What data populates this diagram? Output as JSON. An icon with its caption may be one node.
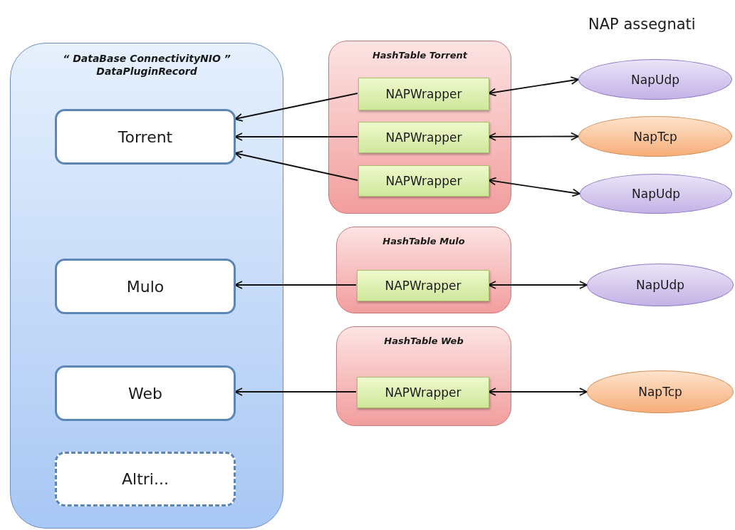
{
  "diagram": {
    "nodes": [
      {
        "text": [
          "“ DataBase ConnectivityNIO ”",
          "DataPluginRecord"
        ]
      },
      {
        "text": [
          "Torrent"
        ],
        "in": 0
      },
      {
        "text": [
          "Mulo"
        ],
        "in": 0
      },
      {
        "text": [
          "Web"
        ],
        "in": 0
      },
      {
        "text": [
          "Altri..."
        ],
        "in": 0
      },
      {
        "text": [
          "HashTable Torrent"
        ]
      },
      {
        "text": [
          "NAPWrapper"
        ],
        "in": 5
      },
      {
        "text": [
          "NAPWrapper"
        ],
        "in": 5
      },
      {
        "text": [
          "NAPWrapper"
        ],
        "in": 5
      },
      {
        "text": [
          "HashTable Mulo"
        ]
      },
      {
        "text": [
          "NAPWrapper"
        ],
        "in": 9
      },
      {
        "text": [
          "HashTable Web"
        ]
      },
      {
        "text": [
          "NAPWrapper"
        ],
        "in": 11
      },
      {
        "text": [
          "NapUdp"
        ]
      },
      {
        "text": [
          "NapTcp"
        ]
      },
      {
        "text": [
          "NapUdp"
        ]
      },
      {
        "text": [
          "NapUdp"
        ]
      },
      {
        "text": [
          "NapTcp"
        ]
      }
    ],
    "edges": [
      {
        "from": 6,
        "to": 1,
        "arrow": "to"
      },
      {
        "from": 7,
        "to": 1,
        "arrow": "to"
      },
      {
        "from": 8,
        "to": 1,
        "arrow": "to"
      },
      {
        "from": 10,
        "to": 2,
        "arrow": "to"
      },
      {
        "from": 12,
        "to": 3,
        "arrow": "to"
      },
      {
        "from": 6,
        "to": 13,
        "arrow": "both"
      },
      {
        "from": 7,
        "to": 14,
        "arrow": "both"
      },
      {
        "from": 8,
        "to": 15,
        "arrow": "both"
      },
      {
        "from": 10,
        "to": 16,
        "arrow": "both"
      },
      {
        "from": 12,
        "to": 17,
        "arrow": "both"
      }
    ],
    "labels": [
      "NAP assegnati"
    ]
  }
}
